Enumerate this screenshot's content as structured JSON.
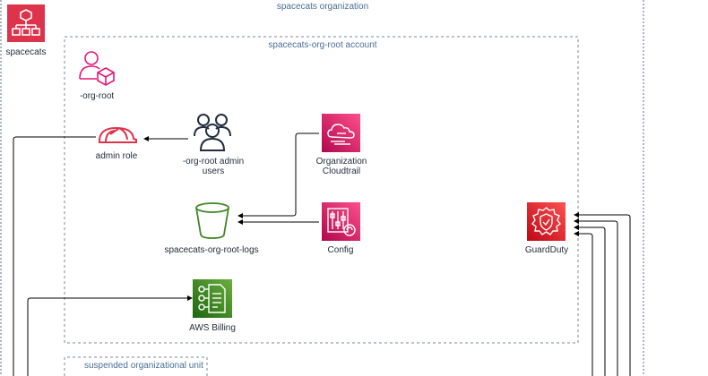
{
  "organization": {
    "label": "spacecats organization",
    "icon_name": "organizations-icon",
    "icon_color": "#e7157b",
    "icon_label": "spacecats"
  },
  "root_account": {
    "label": "spacecats-org-root account",
    "account_icon_name": "org-account-icon",
    "account_label": "-org-root",
    "nodes": {
      "admin_role": {
        "label": "admin role",
        "icon": "role-helmet-icon",
        "color": "#dd344c"
      },
      "admin_users": {
        "label_line1": "-org-root admin",
        "label_line2": "users",
        "icon": "users-icon"
      },
      "cloudtrail": {
        "label_line1": "Organization",
        "label_line2": "Cloudtrail",
        "icon": "cloudtrail-icon",
        "color": "#e7157b"
      },
      "logs_bucket": {
        "label": "spacecats-org-root-logs",
        "icon": "s3-bucket-icon",
        "color": "#3f8624"
      },
      "config": {
        "label": "Config",
        "icon": "config-icon",
        "color": "#e7157b"
      },
      "guardduty": {
        "label": "GuardDuty",
        "icon": "guardduty-icon",
        "color": "#dd344c"
      },
      "billing": {
        "label": "AWS Billing",
        "icon": "billing-icon",
        "color": "#3f8624"
      }
    }
  },
  "suspended_ou": {
    "label": "suspended organizational unit"
  }
}
